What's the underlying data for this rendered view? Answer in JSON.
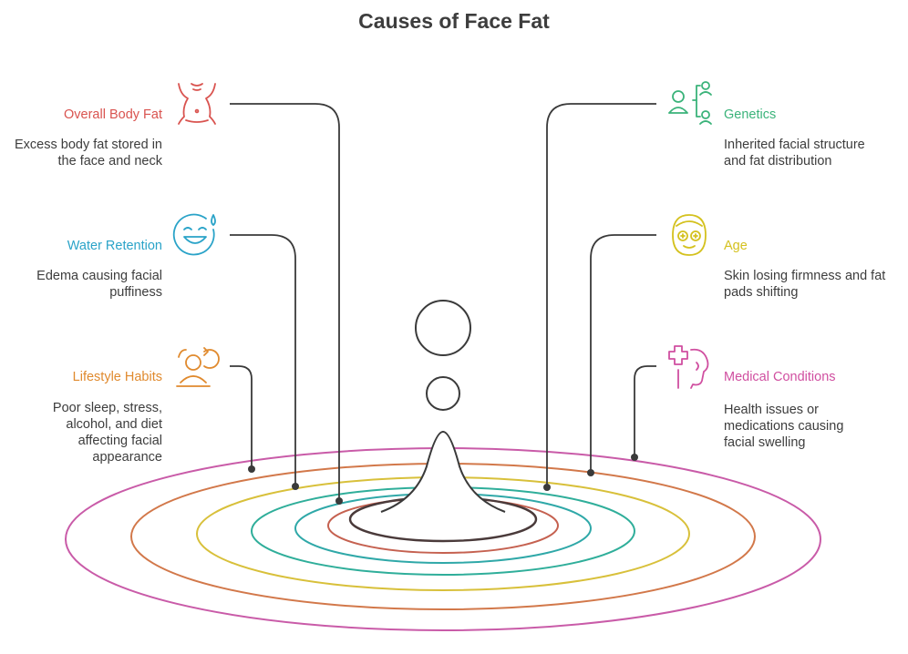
{
  "title": "Causes of Face Fat",
  "causes": [
    {
      "label": "Overall Body Fat",
      "description": "Excess body fat stored in the face and neck",
      "color": "#d9534f",
      "icon": "body-silhouette-icon"
    },
    {
      "label": "Water Retention",
      "description": "Edema causing facial puffiness",
      "color": "#2aa3c8",
      "icon": "sweating-face-icon"
    },
    {
      "label": "Lifestyle Habits",
      "description": "Poor sleep, stress, alcohol, and diet affecting facial appearance",
      "color": "#e08a2e",
      "icon": "person-cycle-icon"
    },
    {
      "label": "Genetics",
      "description": "Inherited facial structure and fat distribution",
      "color": "#3bb37a",
      "icon": "family-tree-icon"
    },
    {
      "label": "Age",
      "description": "Skin losing firmness and fat pads shifting",
      "color": "#d4c11e",
      "icon": "face-mask-icon"
    },
    {
      "label": "Medical Conditions",
      "description": "Health issues or medications causing facial swelling",
      "color": "#d04fa0",
      "icon": "medical-head-icon"
    }
  ],
  "ring_colors": [
    "#c95ba8",
    "#d2784a",
    "#d8c03a",
    "#2fae9a",
    "#2fa8a8",
    "#c56150",
    "#4a3a3a"
  ]
}
